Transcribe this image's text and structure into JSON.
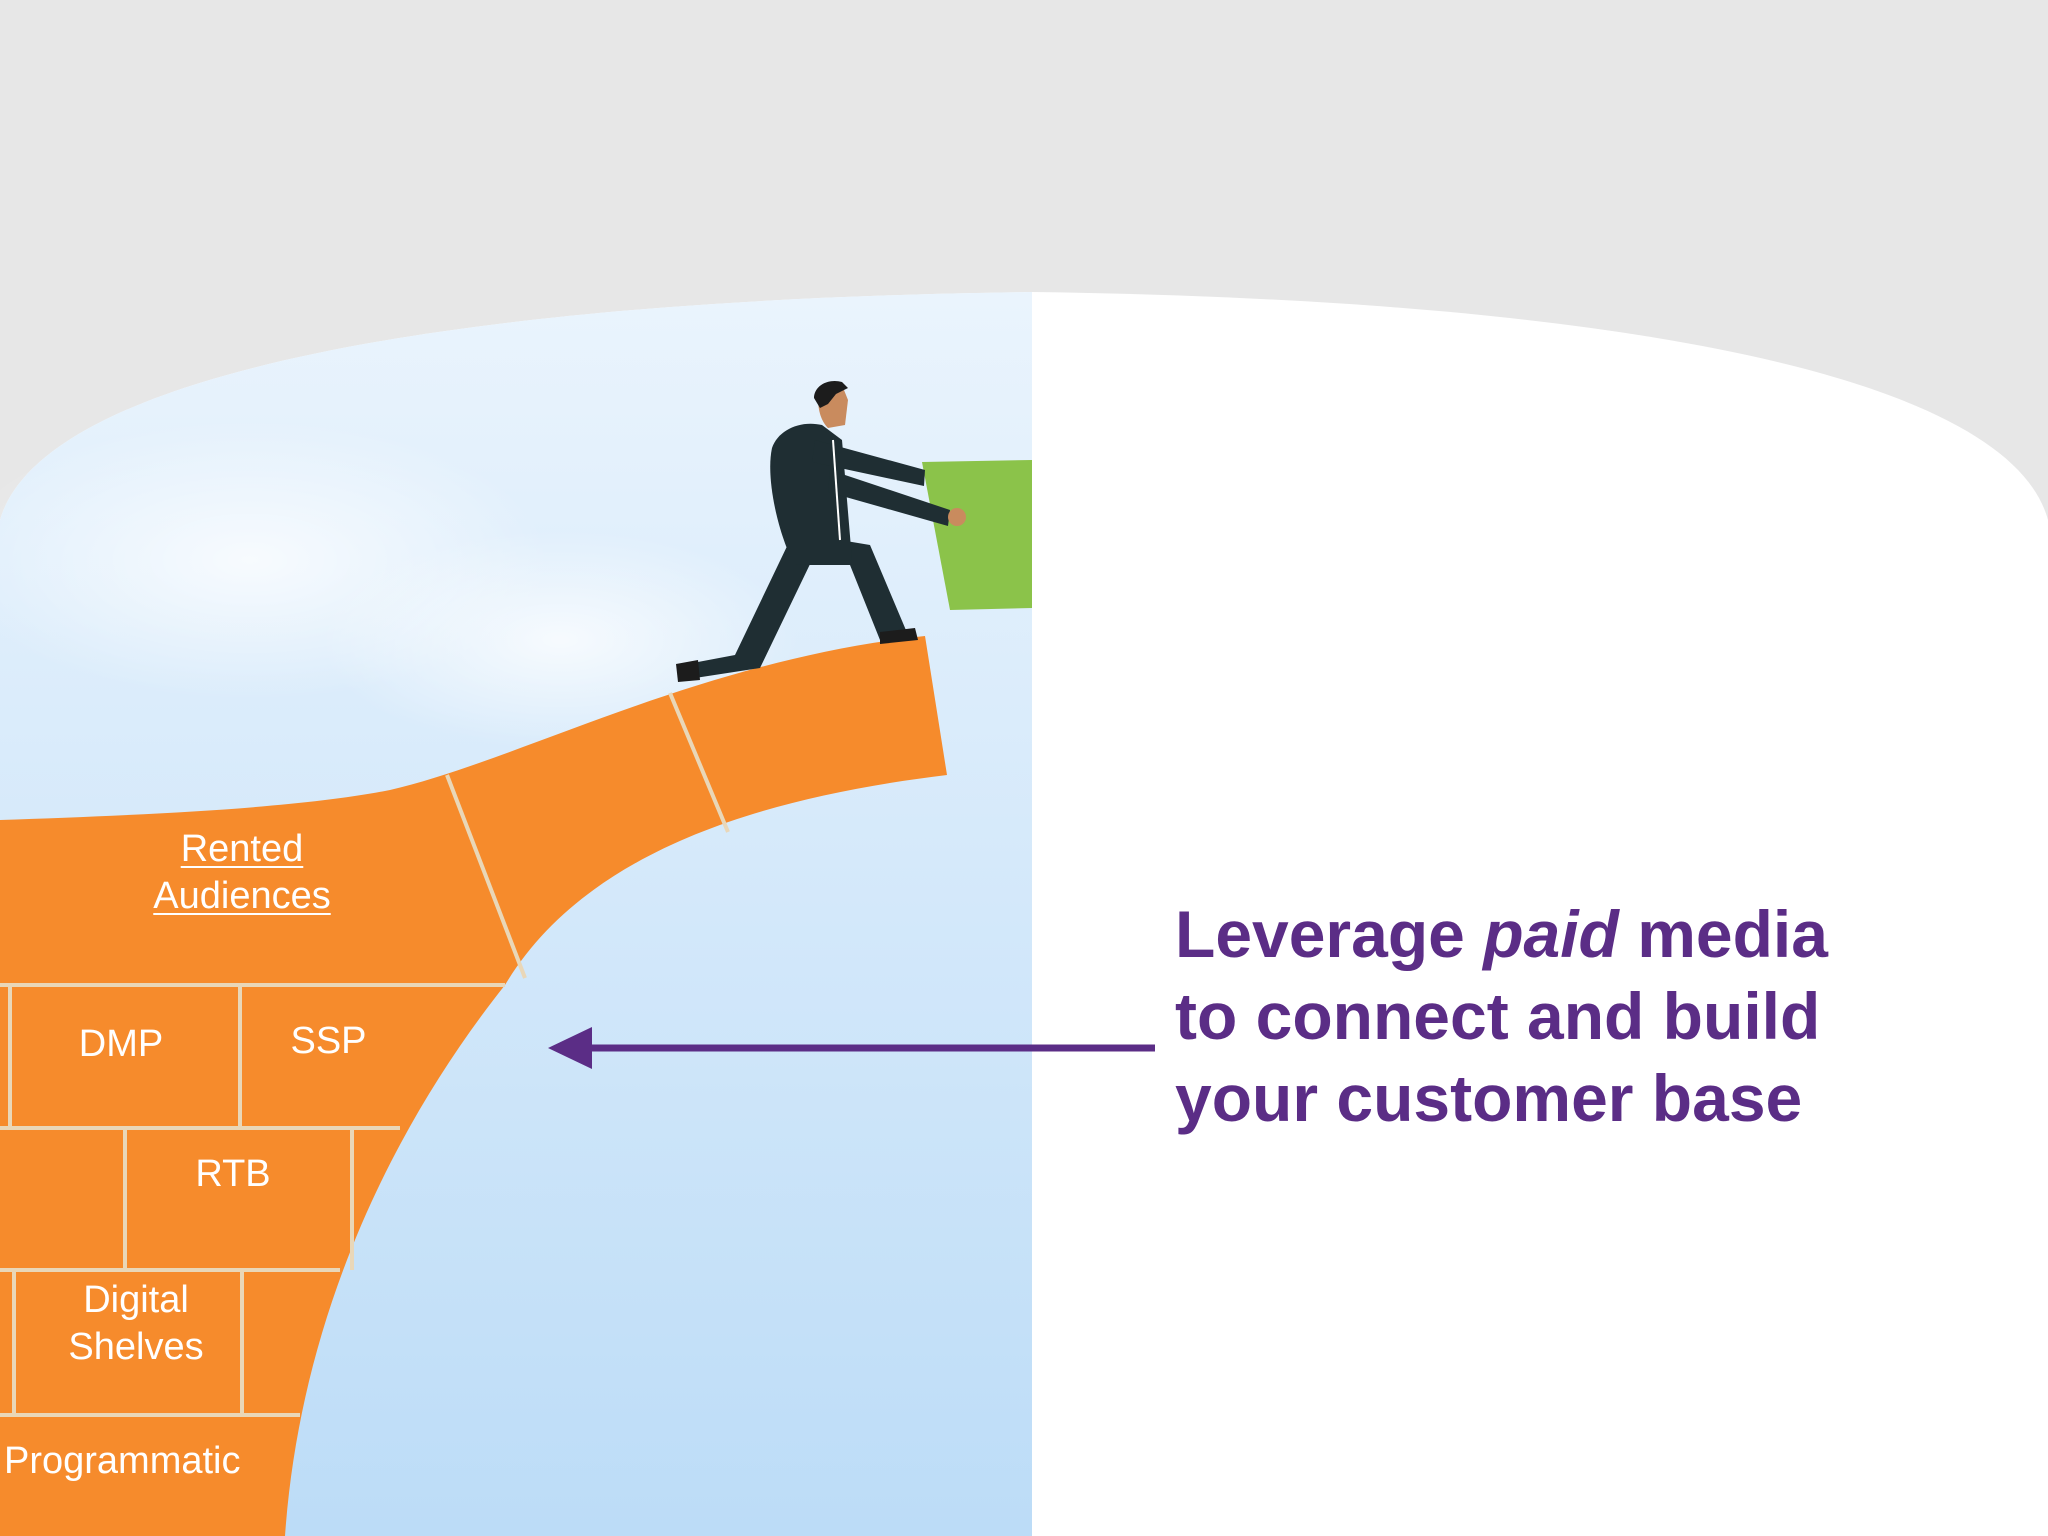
{
  "colors": {
    "background": "#e7e7e7",
    "panel": "#ffffff",
    "sky_top": "#eaf4fd",
    "sky_bottom": "#bcdcf7",
    "brick": "#f68b2c",
    "mortar": "#e9d7b8",
    "block_green": "#8bc34a",
    "suit": "#1f2e33",
    "skin": "#c98b5e",
    "hair": "#1c1c1c",
    "accent_purple": "#5b2d86"
  },
  "bricks": {
    "rented_audiences_line1": "Rented",
    "rented_audiences_line2": "Audiences",
    "dmp": "DMP",
    "ssp": "SSP",
    "rtb": "RTB",
    "digital_shelves_line1": "Digital",
    "digital_shelves_line2": "Shelves",
    "programmatic": "Programmatic"
  },
  "headline": {
    "part1": "Leverage ",
    "emphasis": "paid",
    "part2": " media",
    "line2": "to connect and build",
    "line3": "your customer base"
  },
  "icons": {
    "figure": "businessman-icon",
    "block": "green-block-icon",
    "arrow": "left-arrow-icon"
  }
}
